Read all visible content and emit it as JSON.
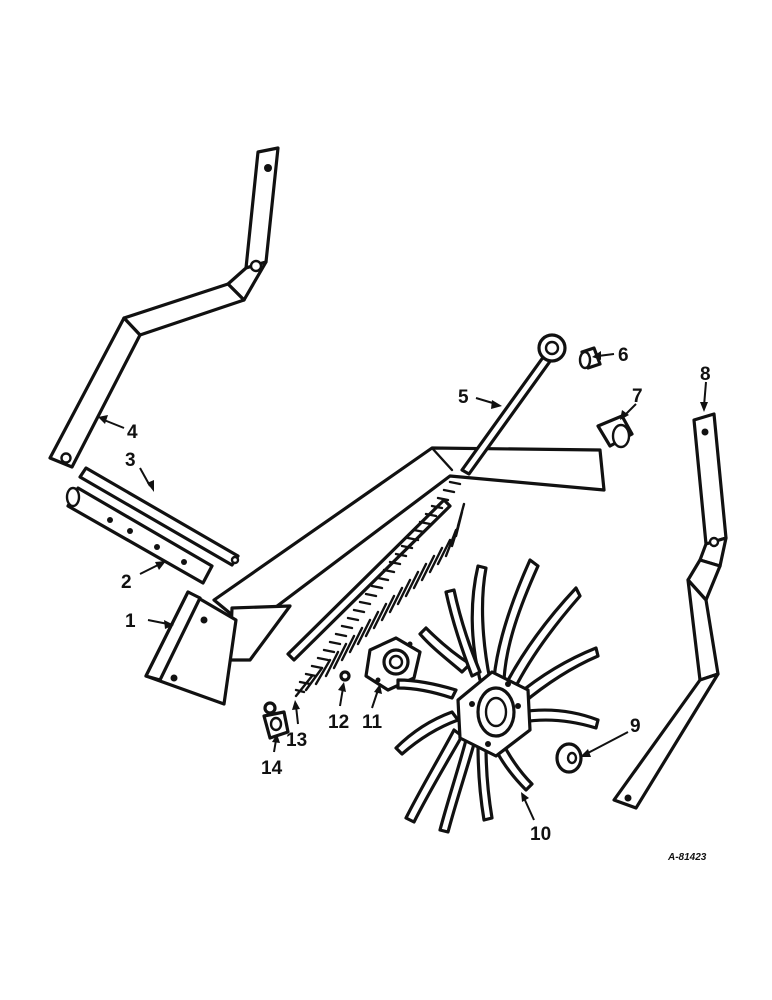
{
  "diagram": {
    "drawing_code": "A-81423",
    "callouts": [
      {
        "id": "1",
        "label": "1"
      },
      {
        "id": "2",
        "label": "2"
      },
      {
        "id": "3",
        "label": "3"
      },
      {
        "id": "4",
        "label": "4"
      },
      {
        "id": "5",
        "label": "5"
      },
      {
        "id": "6",
        "label": "6"
      },
      {
        "id": "7",
        "label": "7"
      },
      {
        "id": "8",
        "label": "8"
      },
      {
        "id": "9",
        "label": "9"
      },
      {
        "id": "10",
        "label": "10"
      },
      {
        "id": "11",
        "label": "11"
      },
      {
        "id": "12",
        "label": "12"
      },
      {
        "id": "13",
        "label": "13"
      },
      {
        "id": "14",
        "label": "14"
      }
    ]
  }
}
